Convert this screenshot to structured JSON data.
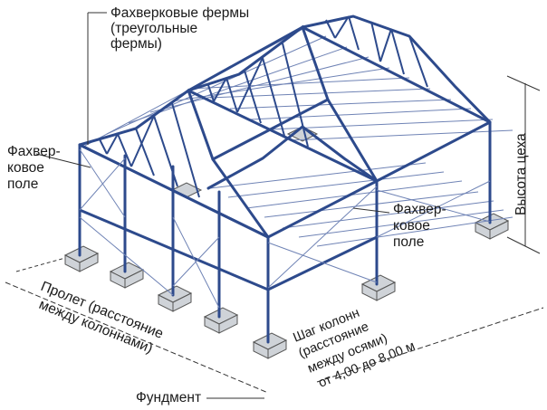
{
  "labels": {
    "trusses_line1": "Фахверковые фермы",
    "trusses_line2": "(треугольные",
    "trusses_line3": "фермы)",
    "left_field_line1": "Фахвер-",
    "left_field_line2": "ковое",
    "left_field_line3": "поле",
    "right_field_line1": "Фахвер-",
    "right_field_line2": "ковое",
    "right_field_line3": "поле",
    "height": "Высота цеха",
    "span_line1": "Пролет (расстояние",
    "span_line2": "между колоннами)",
    "pitch_line1": "Шаг колонн",
    "pitch_line2": "(расстояние",
    "pitch_line3": "между осями)",
    "pitch_line4": "от 4,00 до 8,00 м",
    "foundation": "Фундмент"
  },
  "colors": {
    "steel": "#2d4a8c",
    "steel_light": "#6f83b5",
    "dim": "#333333",
    "footing": "#cfd3d8"
  }
}
